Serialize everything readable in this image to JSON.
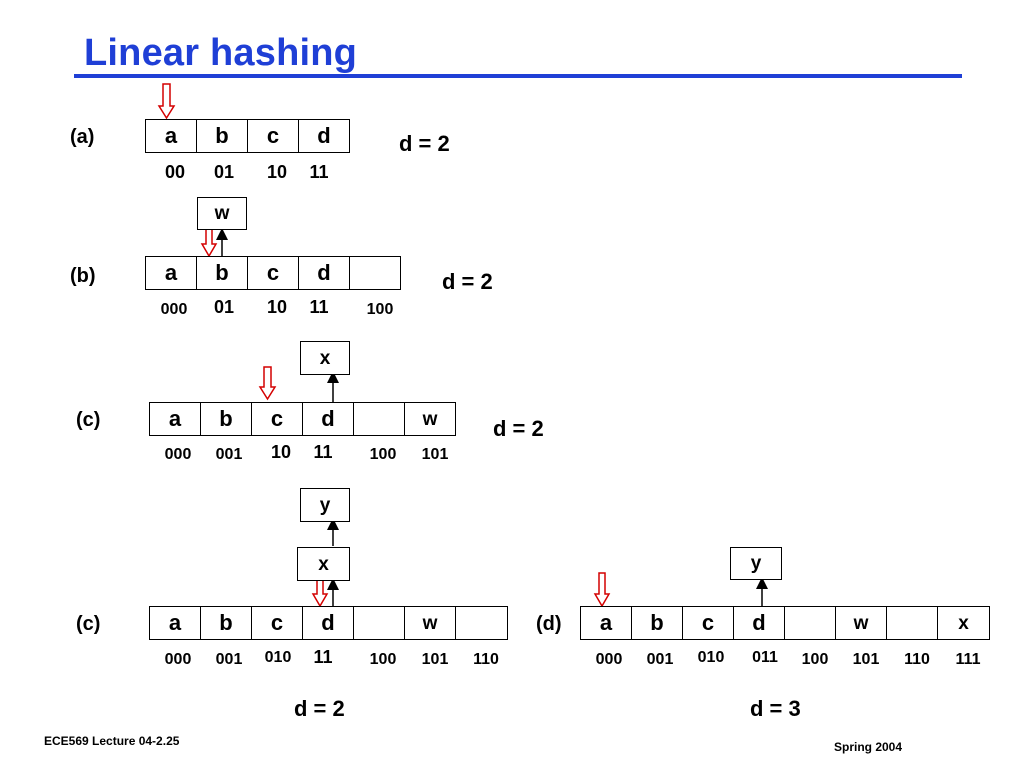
{
  "title": "Linear hashing",
  "footer": {
    "left": "ECE569  Lecture 04-2.25",
    "right": "Spring 2004"
  },
  "colors": {
    "title": "#1f3fd6",
    "pointer": "#d40000"
  },
  "panel_a": {
    "label": "(a)",
    "cells": [
      "a",
      "b",
      "c",
      "d"
    ],
    "indices": [
      "00",
      "01",
      "10",
      "11"
    ],
    "d": "d = 2"
  },
  "panel_b": {
    "label": "(b)",
    "cells": [
      "a",
      "b",
      "c",
      "d",
      ""
    ],
    "indices": [
      "000",
      "01",
      "10",
      "11",
      "100"
    ],
    "overflow": "w",
    "d": "d = 2"
  },
  "panel_c1": {
    "label": "(c)",
    "cells": [
      "a",
      "b",
      "c",
      "d",
      "",
      "w"
    ],
    "indices": [
      "000",
      "001",
      "10",
      "11",
      "100",
      "101"
    ],
    "overflow": "x",
    "d": "d = 2"
  },
  "panel_c2": {
    "label": "(c)",
    "cells": [
      "a",
      "b",
      "c",
      "d",
      "",
      "w",
      ""
    ],
    "indices": [
      "000",
      "001",
      "010",
      "11",
      "100",
      "101",
      "110"
    ],
    "overflow": [
      "x",
      "y"
    ],
    "d": "d = 2"
  },
  "panel_d": {
    "label": "(d)",
    "cells": [
      "a",
      "b",
      "c",
      "d",
      "",
      "w",
      "",
      "x"
    ],
    "indices": [
      "000",
      "001",
      "010",
      "011",
      "100",
      "101",
      "110",
      "111"
    ],
    "overflow": "y",
    "d": "d = 3"
  }
}
